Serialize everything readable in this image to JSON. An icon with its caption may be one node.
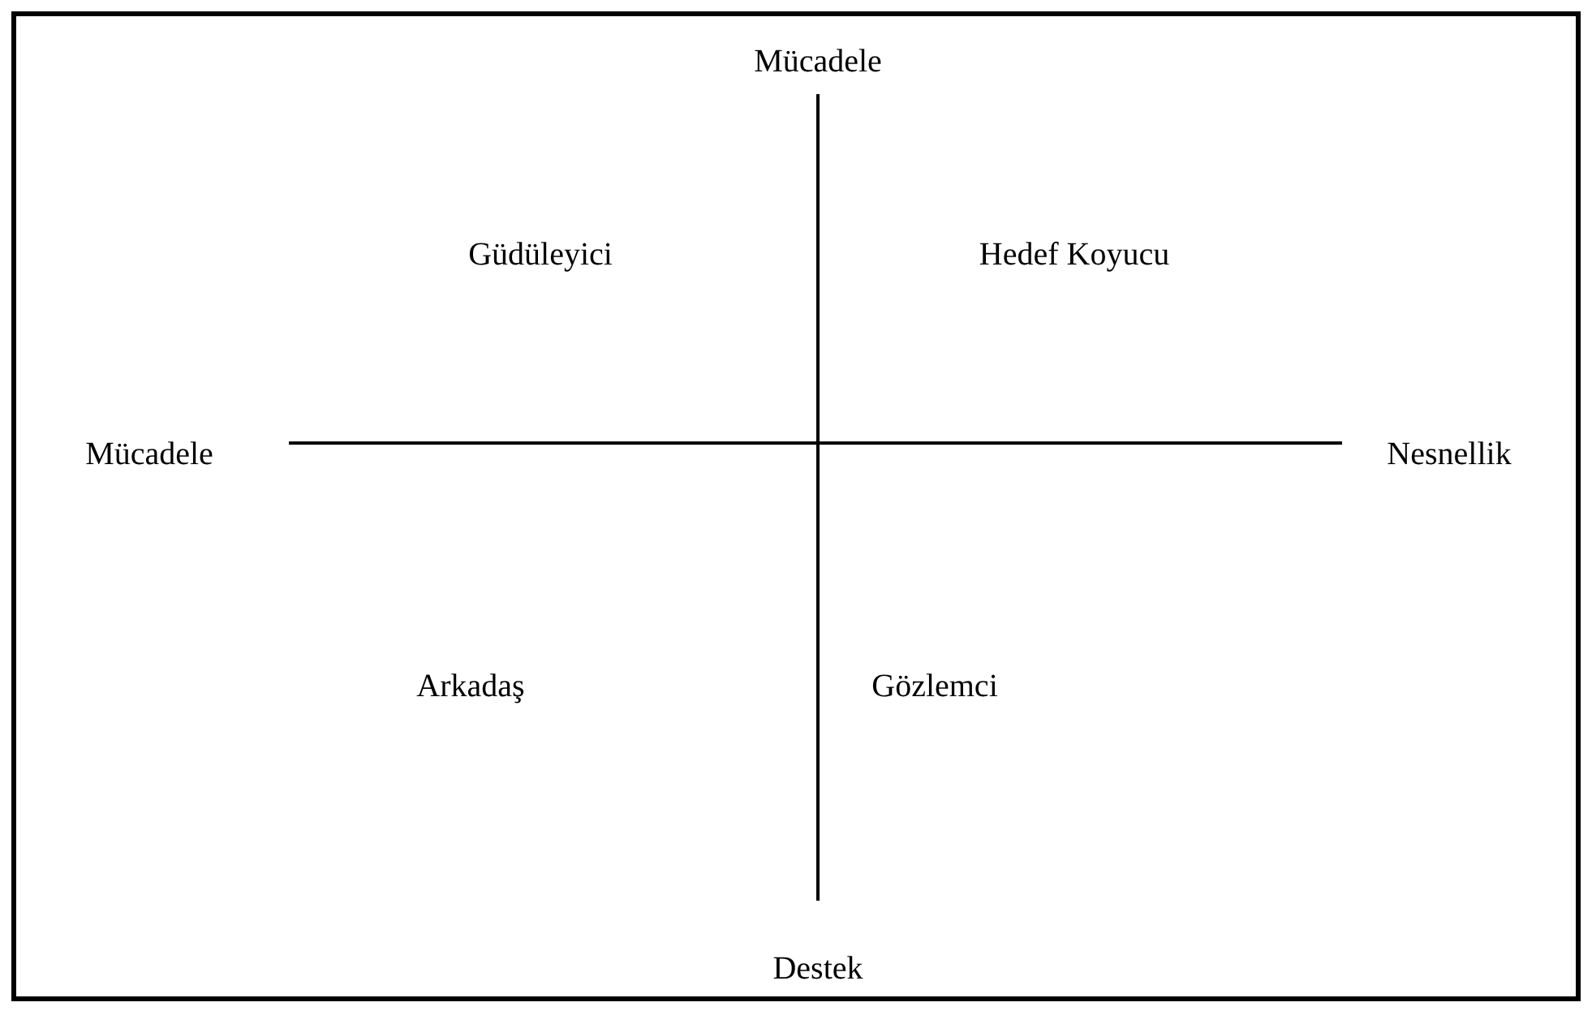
{
  "diagram": {
    "labels": [
      "Mücadele",
      "Güdüleyici",
      "Hedef Koyucu",
      "Mücadele",
      "Nesnellik",
      "Arkadaş",
      "Gözlemci",
      "Destek"
    ]
  }
}
